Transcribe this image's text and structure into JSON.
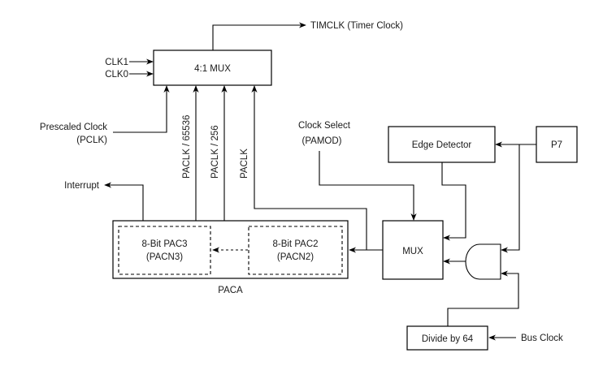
{
  "diagram": {
    "blocks": {
      "mux4": "4:1 MUX",
      "paca": "PACA",
      "pac3_line1": "8-Bit PAC3",
      "pac3_line2": "(PACN3)",
      "pac2_line1": "8-Bit PAC2",
      "pac2_line2": "(PACN2)",
      "mux": "MUX",
      "edge_detector": "Edge Detector",
      "p7": "P7",
      "divide": "Divide by 64"
    },
    "signals": {
      "timclk": "TIMCLK (Timer Clock)",
      "clk1": "CLK1",
      "clk0": "CLK0",
      "pclk_line1": "Prescaled Clock",
      "pclk_line2": "(PCLK)",
      "paclk_65536": "PACLK / 65536",
      "paclk_256": "PACLK / 256",
      "paclk": "PACLK",
      "interrupt": "Interrupt",
      "clock_select_line1": "Clock Select",
      "clock_select_line2": "(PAMOD)",
      "bus_clock": "Bus Clock"
    }
  }
}
